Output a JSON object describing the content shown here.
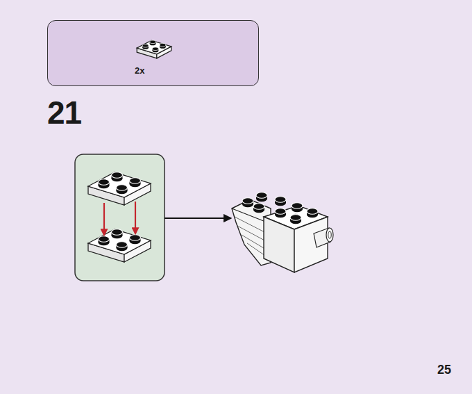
{
  "diagram": {
    "nodes": [
      {
        "text": [
          "2x"
        ]
      }
    ],
    "labels": [
      "21",
      "25"
    ]
  }
}
